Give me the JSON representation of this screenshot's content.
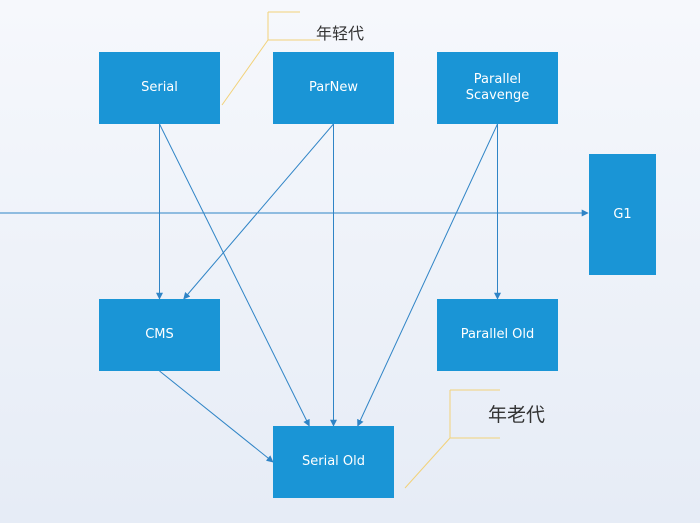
{
  "colors": {
    "node_fill": "#1a95d6",
    "edge": "#2f84c6",
    "callout": "#f2d27a",
    "text": "#ffffff",
    "note_text": "#333333"
  },
  "nodes": {
    "serial": {
      "label": "Serial"
    },
    "parnew": {
      "label": "ParNew"
    },
    "parallel_scavenge": {
      "label": "Parallel\nScavenge"
    },
    "g1": {
      "label": "G1"
    },
    "cms": {
      "label": "CMS"
    },
    "parallel_old": {
      "label": "Parallel Old"
    },
    "serial_old": {
      "label": "Serial Old"
    }
  },
  "edges": [
    {
      "from": "serial",
      "to": "cms"
    },
    {
      "from": "serial",
      "to": "serial_old"
    },
    {
      "from": "parnew",
      "to": "cms"
    },
    {
      "from": "parnew",
      "to": "serial_old"
    },
    {
      "from": "parallel_scavenge",
      "to": "serial_old"
    },
    {
      "from": "parallel_scavenge",
      "to": "parallel_old"
    },
    {
      "from": "cms",
      "to": "serial_old"
    }
  ],
  "annotations": {
    "young_generation": "年轻代",
    "old_generation": "年老代"
  }
}
